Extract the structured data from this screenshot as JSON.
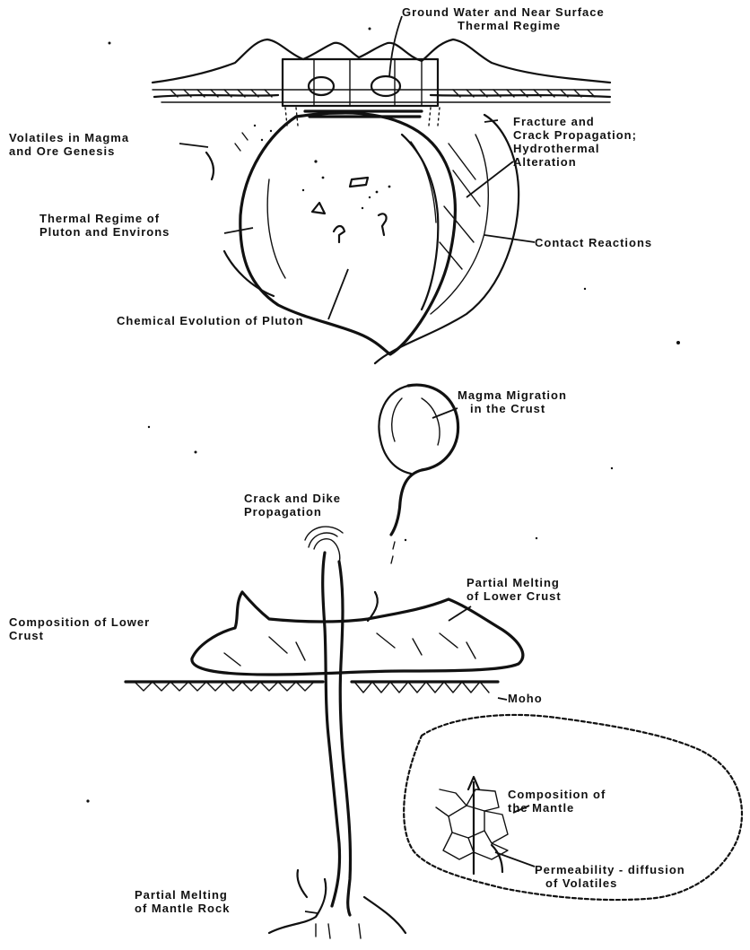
{
  "labels": {
    "ground_water_1": "Ground Water and Near Surface",
    "ground_water_2": "Thermal Regime",
    "volatiles_1": "Volatiles in Magma",
    "volatiles_2": "and Ore Genesis",
    "fracture_1": "Fracture and",
    "fracture_2": "Crack Propagation;",
    "fracture_3": "Hydrothermal",
    "fracture_4": "Alteration",
    "thermal_pluton_1": "Thermal Regime of",
    "thermal_pluton_2": "Pluton and Environs",
    "contact": "Contact Reactions",
    "chemical": "Chemical Evolution of Pluton",
    "magma_migration_1": "Magma Migration",
    "magma_migration_2": "in the Crust",
    "crack_dike_1": "Crack and Dike",
    "crack_dike_2": "Propagation",
    "partial_lower_1": "Partial Melting",
    "partial_lower_2": "of Lower Crust",
    "composition_lower_1": "Composition of Lower",
    "composition_lower_2": "Crust",
    "moho": "Moho",
    "composition_mantle_1": "Composition of",
    "composition_mantle_2": "the Mantle",
    "permeability_1": "Permeability - diffusion",
    "permeability_2": "of Volatiles",
    "partial_mantle_1": "Partial Melting",
    "partial_mantle_2": "of Mantle Rock"
  }
}
